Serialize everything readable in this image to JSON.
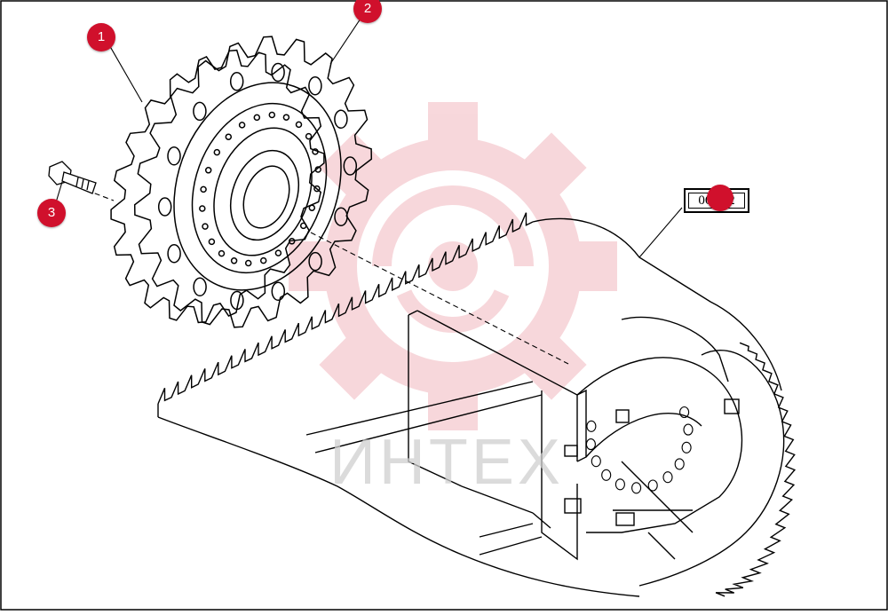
{
  "callouts": [
    {
      "id": "1",
      "label": "1"
    },
    {
      "id": "2",
      "label": "2"
    },
    {
      "id": "3",
      "label": "3"
    }
  ],
  "reference": {
    "label": "06.102"
  },
  "watermark": {
    "text": "ИНТЕХ"
  },
  "colors": {
    "callout": "#d0102c",
    "watermark": "#f2b8bf",
    "line": "#000000"
  }
}
